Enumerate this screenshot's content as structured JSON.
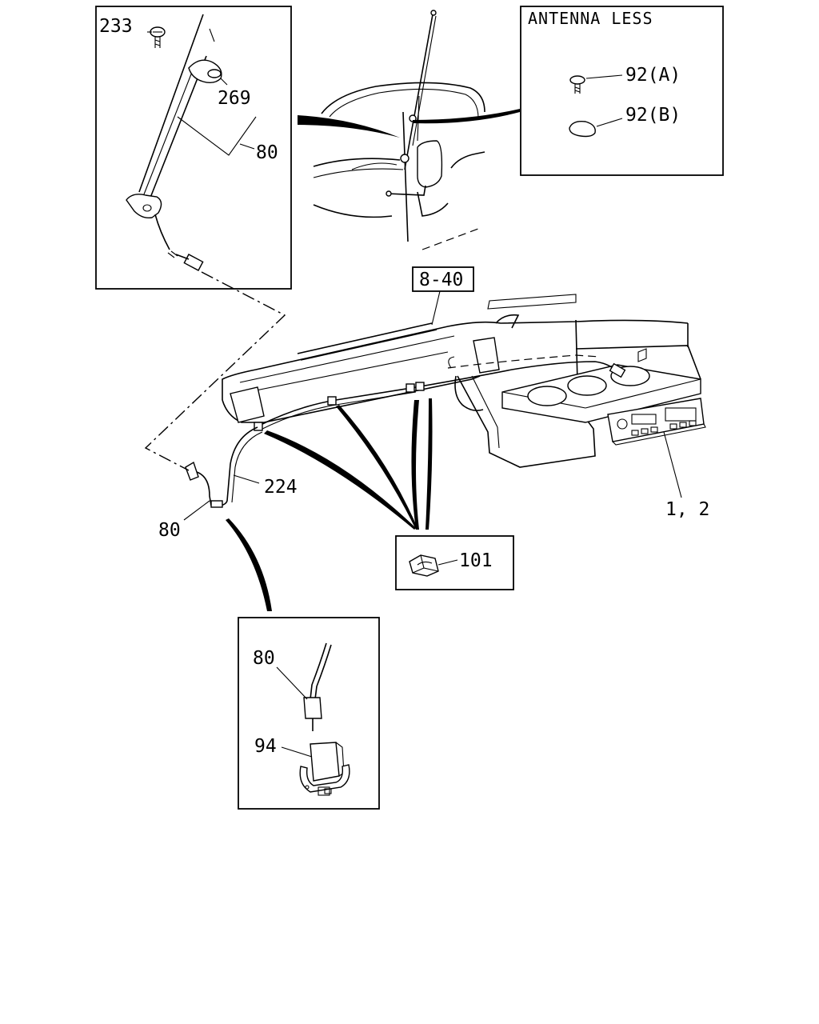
{
  "callouts": {
    "screw": "233",
    "base_pad": "269",
    "cable_upper": "80",
    "antenna_less_title": "ANTENNA LESS",
    "cap_a": "92(A)",
    "cap_b": "92(B)",
    "ref": "8-40",
    "radio": "1, 2",
    "cable_mid": "224",
    "cable_lower": "80",
    "clip": "101",
    "inset_cable": "80",
    "bracket": "94"
  }
}
